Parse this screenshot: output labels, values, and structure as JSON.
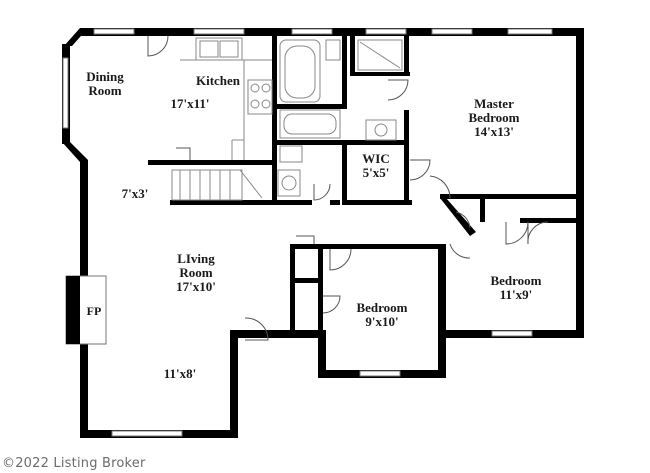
{
  "rooms": {
    "dining": {
      "name_line1": "Dining",
      "name_line2": "Room"
    },
    "kitchen": {
      "name": "Kitchen",
      "size": "17'x11'"
    },
    "master": {
      "name_line1": "Master",
      "name_line2": "Bedroom",
      "size": "14'x13'"
    },
    "wic": {
      "name": "WIC",
      "size": "5'x5'"
    },
    "hall": {
      "size": "7'x3'"
    },
    "living": {
      "name_line1": "LIving",
      "name_line2": "Room",
      "size": "17'x10'"
    },
    "fireplace": {
      "name": "FP"
    },
    "bedroom2": {
      "name": "Bedroom",
      "size": "11'x9'"
    },
    "bedroom3": {
      "name": "Bedroom",
      "size": "9'x10'"
    },
    "foyer": {
      "size": "11'x8'"
    }
  },
  "footer": {
    "copyright": "©2022 Listing Broker"
  },
  "colors": {
    "wall": "#000000",
    "fixture": "#888888",
    "text": "#1a1a1a",
    "watermark": "#6b6b6b"
  }
}
